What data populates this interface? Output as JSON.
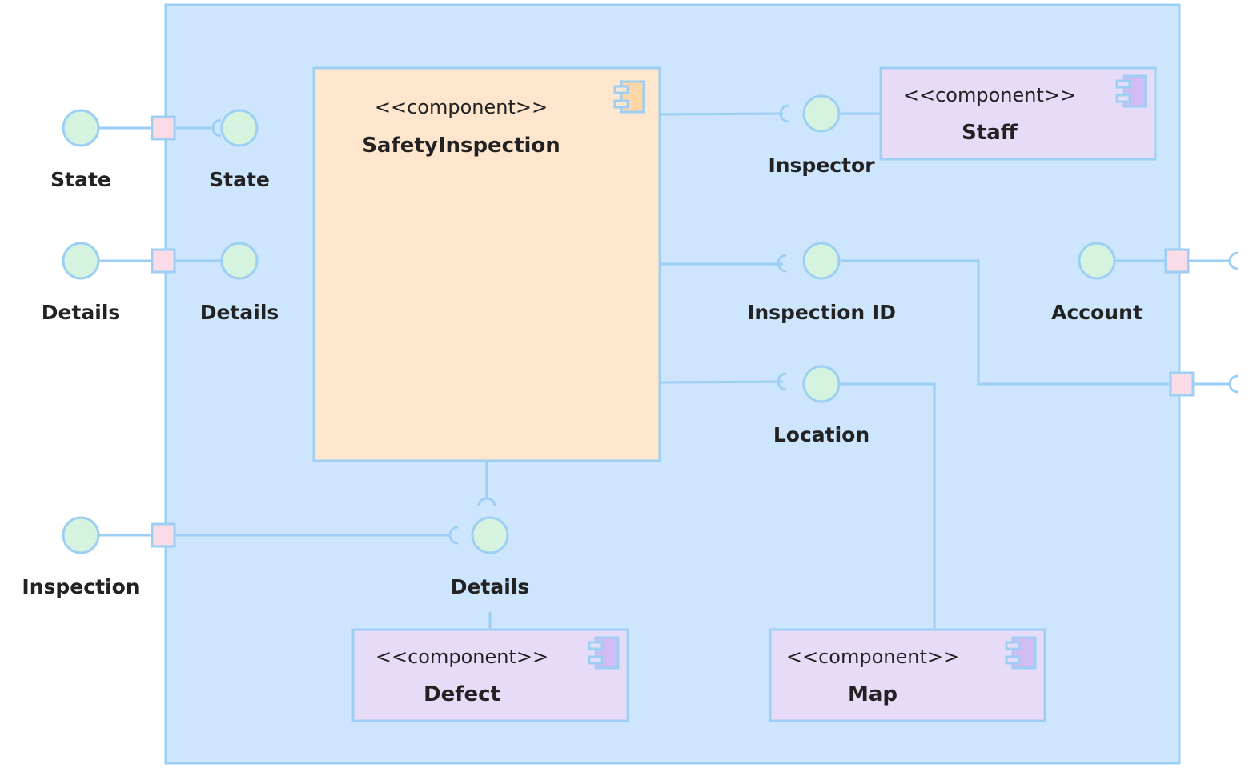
{
  "diagram": {
    "type": "uml-component-diagram",
    "colors": {
      "container_fill": "#cde6fd",
      "container_stroke": "#9dcff4",
      "main_component_fill": "#fde6cd",
      "main_component_icon": "#fdd6a8",
      "component_fill": "#e6dcf8",
      "component_icon": "#d1bdf3",
      "interface_fill": "#d6f3e0",
      "port_fill": "#fadbe8",
      "line": "#9dcff4",
      "text": "#222222"
    },
    "components": {
      "safety_inspection": {
        "stereotype": "<<component>>",
        "name": "SafetyInspection"
      },
      "staff": {
        "stereotype": "<<component>>",
        "name": "Staff"
      },
      "defect": {
        "stereotype": "<<component>>",
        "name": "Defect"
      },
      "map": {
        "stereotype": "<<component>>",
        "name": "Map"
      }
    },
    "interfaces": {
      "state_outer": "State",
      "state_inner": "State",
      "details_outer": "Details",
      "details_inner": "Details",
      "inspection_outer": "Inspection",
      "defect_details": "Details",
      "inspector": "Inspector",
      "inspection_id": "Inspection ID",
      "location": "Location",
      "account": "Account"
    }
  }
}
